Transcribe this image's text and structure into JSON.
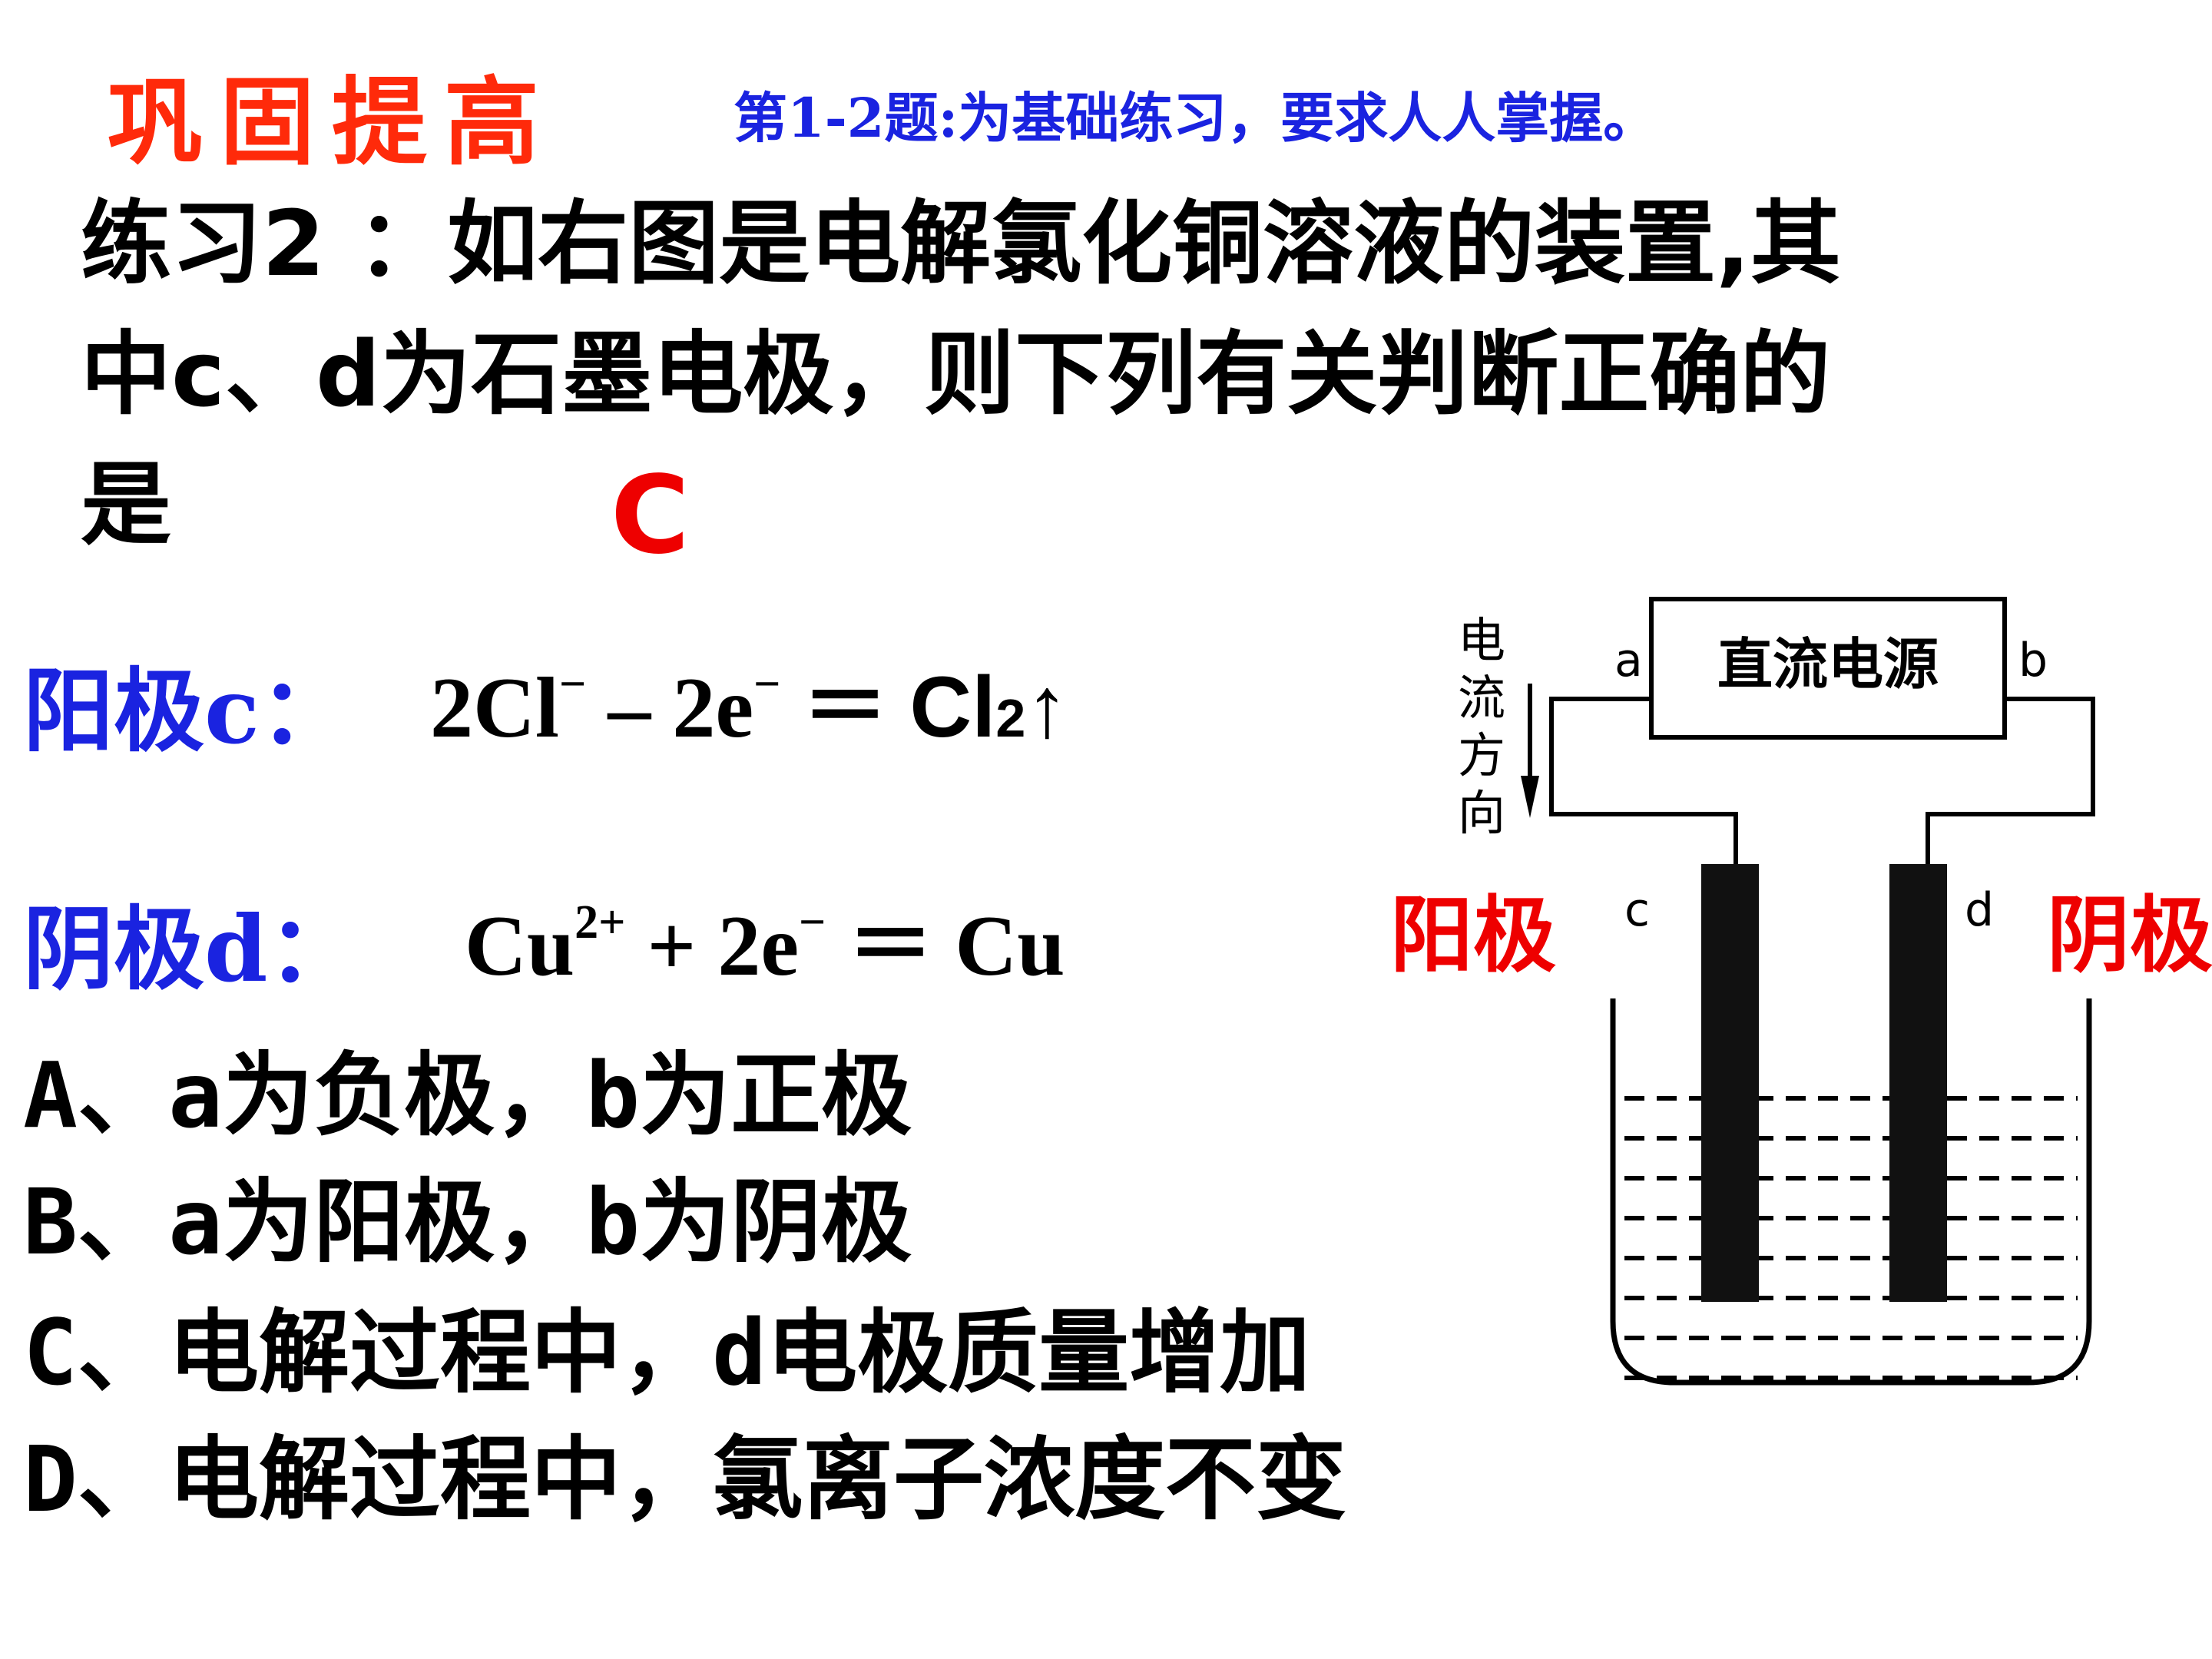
{
  "header": {
    "title": "巩固提高",
    "note": "第1-2题:为基础练习，要求人人掌握。"
  },
  "question": {
    "text": "练习2 ：如右图是电解氯化铜溶液的装置,其中c、d为石墨电极，则下列有关判断正确的是",
    "answer": "C"
  },
  "electrodes": {
    "anode_label": "阳极",
    "anode_electrode": "c：",
    "anode_eq_left": "2Cl",
    "anode_eq_sup1": "−",
    "anode_eq_mid": " – 2e",
    "anode_eq_sup2": "−",
    "anode_eq_eq": " ＝ ",
    "anode_eq_product": "Cl",
    "anode_eq_sub": "2",
    "anode_eq_arrow": "↑",
    "cathode_label": "阴极",
    "cathode_electrode": "d：",
    "cathode_eq_left": "Cu",
    "cathode_eq_sup1": "2+",
    "cathode_eq_mid": " + 2e",
    "cathode_eq_sup2": "−",
    "cathode_eq_right": " ＝ Cu"
  },
  "options": [
    "A、a为负极，b为正极",
    "B、a为阳极，b为阴极",
    "C、电解过程中，d电极质量增加",
    "D、电解过程中，氯离子浓度不变"
  ],
  "diagram": {
    "power_source": "直流电源",
    "terminal_a": "a",
    "terminal_b": "b",
    "electrode_c": "c",
    "electrode_d": "d",
    "current_direction": "电流方向",
    "anode_tag": "阳极",
    "cathode_tag": "阴极"
  }
}
